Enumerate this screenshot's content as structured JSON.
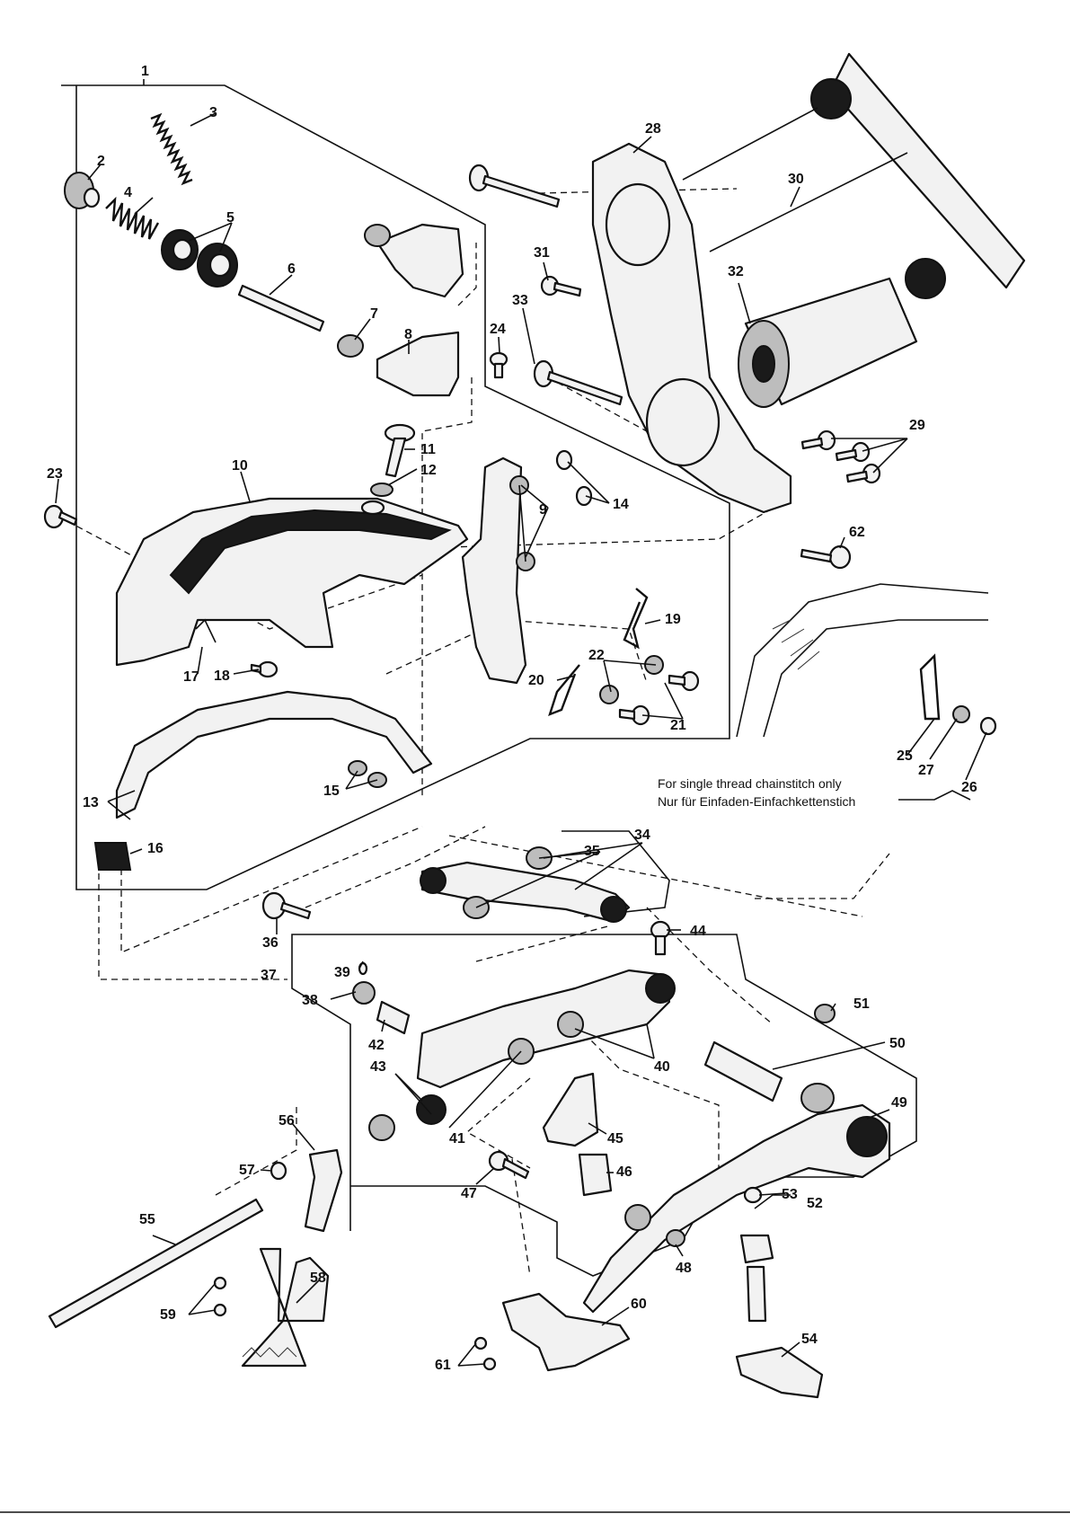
{
  "notes": {
    "line1": "For single thread chainstitch only",
    "line2": "Nur für Einfaden-Einfachkettenstich"
  },
  "callouts": [
    "1",
    "2",
    "3",
    "4",
    "5",
    "6",
    "7",
    "8",
    "9",
    "10",
    "11",
    "12",
    "13",
    "14",
    "15",
    "16",
    "17",
    "18",
    "19",
    "20",
    "21",
    "22",
    "23",
    "24",
    "25",
    "26",
    "27",
    "28",
    "29",
    "30",
    "31",
    "32",
    "33",
    "34",
    "35",
    "36",
    "37",
    "38",
    "39",
    "40",
    "41",
    "42",
    "43",
    "44",
    "45",
    "46",
    "47",
    "48",
    "49",
    "50",
    "51",
    "52",
    "53",
    "54",
    "55",
    "56",
    "57",
    "58",
    "59",
    "60",
    "61",
    "62"
  ]
}
